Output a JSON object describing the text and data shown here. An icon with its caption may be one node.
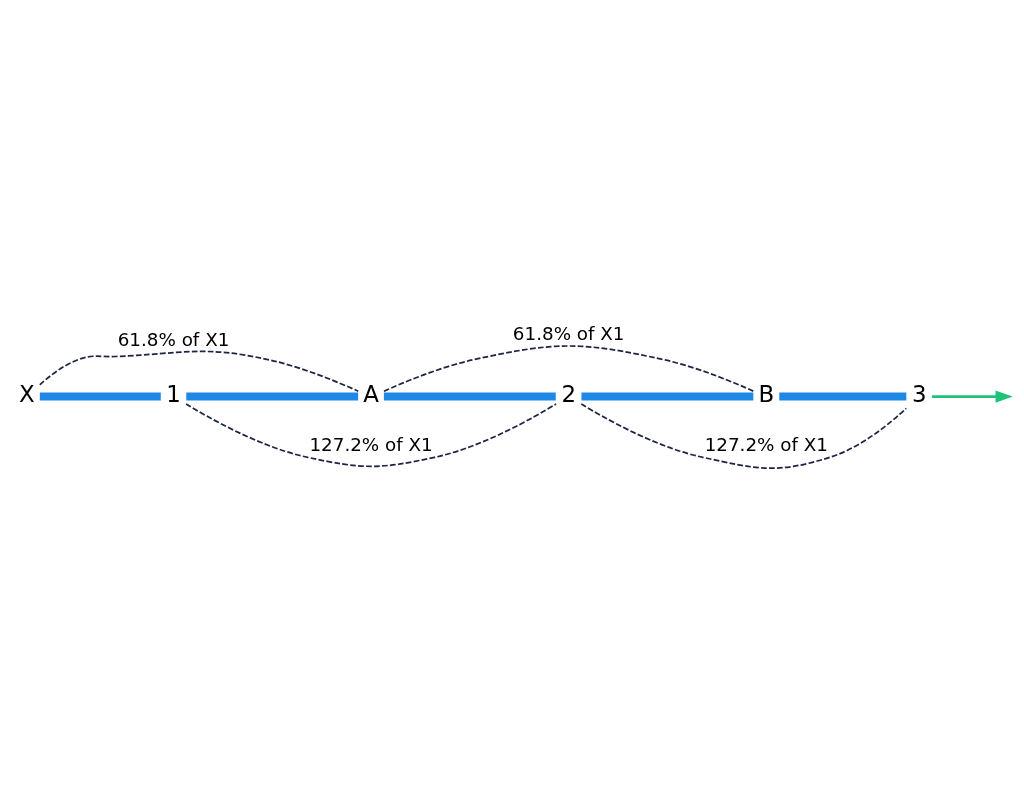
{
  "diagram": {
    "nodes": [
      {
        "text": [
          "X"
        ]
      },
      {
        "text": [
          "A"
        ]
      },
      {
        "text": [
          "B"
        ]
      },
      {
        "text": [
          "1"
        ]
      },
      {
        "text": [
          "2"
        ]
      },
      {
        "text": [
          "3"
        ]
      }
    ],
    "edges": [
      {
        "from": 0,
        "to": 3,
        "arrow": "none",
        "style": "thick"
      },
      {
        "from": 3,
        "to": 1,
        "arrow": "none",
        "style": "thick"
      },
      {
        "from": 1,
        "to": 4,
        "arrow": "none",
        "style": "thick"
      },
      {
        "from": 4,
        "to": 2,
        "arrow": "none",
        "style": "thick"
      },
      {
        "from": 2,
        "to": 5,
        "arrow": "none",
        "style": "thick"
      },
      {
        "from": 0,
        "to": 1,
        "arrow": "none",
        "style": "dashed",
        "color": "#1c2541",
        "label": "61.8% of X1"
      },
      {
        "from": 1,
        "to": 2,
        "arrow": "none",
        "style": "dashed",
        "color": "#1c2541",
        "label": "61.8% of X1"
      },
      {
        "from": 3,
        "to": 4,
        "arrow": "none",
        "style": "dashed",
        "color": "#1c2541",
        "label": "127.2% of X1"
      },
      {
        "from": 4,
        "to": 5,
        "arrow": "none",
        "style": "dashed",
        "color": "#1c2541",
        "label": "127.2% of X1"
      },
      {
        "from": 5,
        "to": null,
        "arrow": "to",
        "color": "#20c27a"
      }
    ]
  }
}
